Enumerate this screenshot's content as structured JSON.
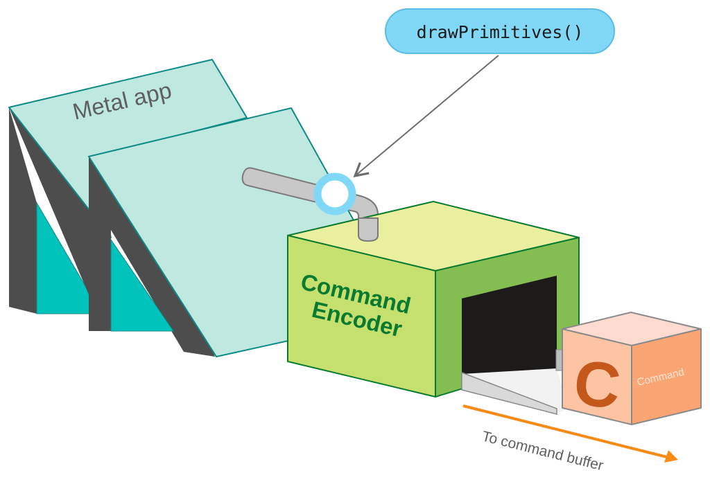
{
  "diagram": {
    "app_label": "Metal app",
    "callout_label": "drawPrimitives()",
    "encoder_label_line1": "Command",
    "encoder_label_line2": "Encoder",
    "command_cube_letter": "C",
    "command_cube_label": "Command",
    "output_arrow_label": "To command buffer"
  },
  "colors": {
    "app_face": "#bfe8e0",
    "app_edge": "#0e8a86",
    "app_side_dark": "#4d4d4d",
    "app_side_teal": "#00c4bb",
    "callout_fill": "#80d8f6",
    "callout_border": "#5bbde6",
    "pipe_fill": "#c8c8c8",
    "pipe_stroke": "#7a7a7a",
    "encoder_top": "#eaef9f",
    "encoder_front": "#c5e06e",
    "encoder_side": "#84bd52",
    "encoder_edge": "#0a7a30",
    "encoder_text": "#0a7a30",
    "opening": "#1d1a1a",
    "cube_front": "#fdc4a4",
    "cube_top": "#fedbd0",
    "cube_side": "#fca574",
    "cube_letter": "#c4581b",
    "arrow_orange": "#f98a13"
  }
}
